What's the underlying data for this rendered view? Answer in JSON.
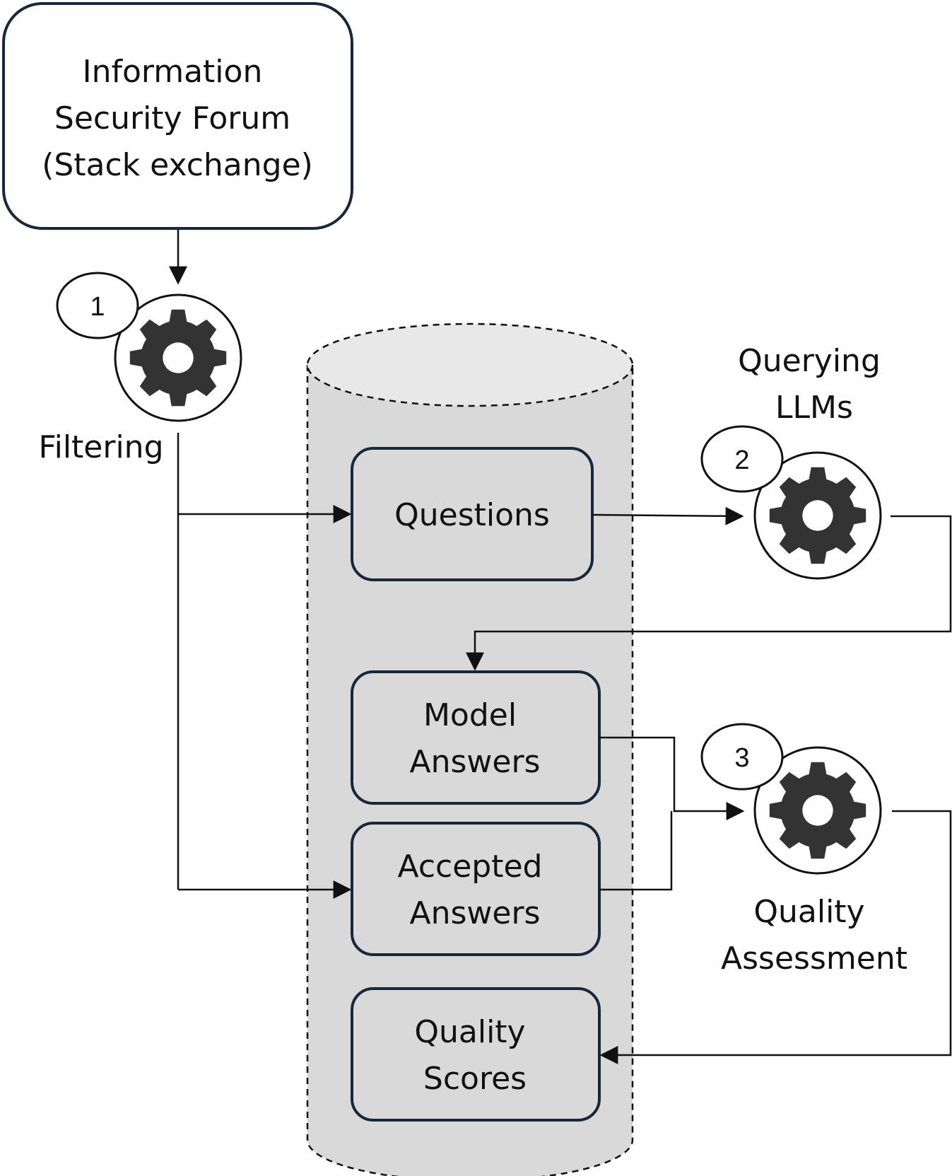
{
  "source_box": {
    "lines": [
      "Information",
      "Security Forum",
      "(Stack exchange)"
    ]
  },
  "store": {
    "items": [
      {
        "lines": [
          "Questions"
        ]
      },
      {
        "lines": [
          "Model",
          "Answers"
        ]
      },
      {
        "lines": [
          "Accepted",
          "Answers"
        ]
      },
      {
        "lines": [
          "Quality",
          "Scores"
        ]
      }
    ]
  },
  "steps": [
    {
      "number": "1",
      "label": [
        "Filtering"
      ]
    },
    {
      "number": "2",
      "label": [
        "Querying",
        "LLMs"
      ]
    },
    {
      "number": "3",
      "label": [
        "Quality",
        "Assessment"
      ]
    }
  ],
  "colors": {
    "box_border": "#16283a",
    "store_fill": "#d9d9d9",
    "store_top_fill": "#e8e8e8",
    "gear": "#333333",
    "line": "#111111"
  }
}
